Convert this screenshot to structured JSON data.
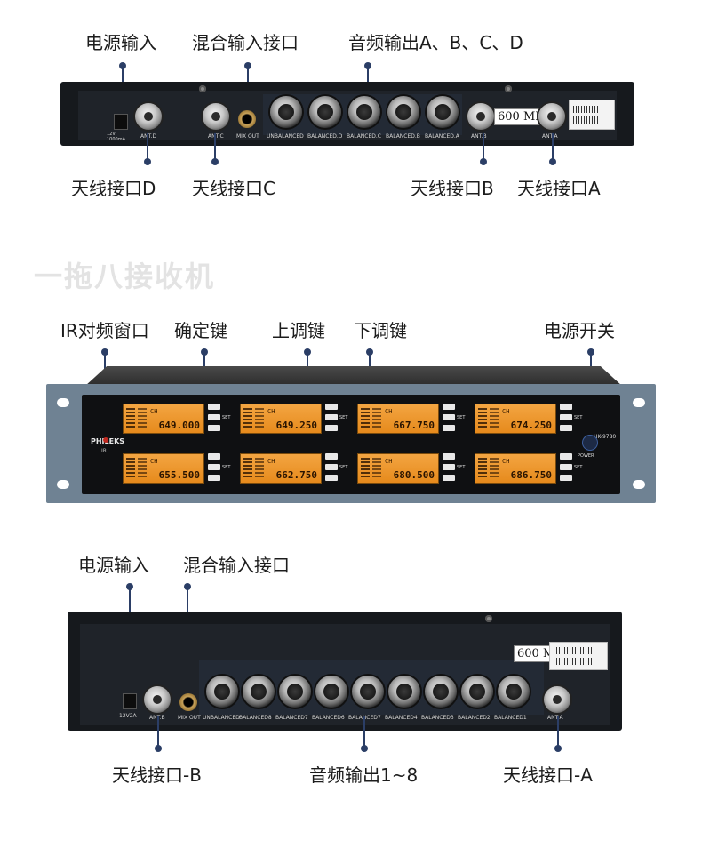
{
  "top_view": {
    "callouts_top": {
      "power_input": "电源输入",
      "mix_input": "混合输入接口",
      "audio_out": "音频输出A、B、C、D"
    },
    "callouts_bottom": {
      "ant_d": "天线接口D",
      "ant_c": "天线接口C",
      "ant_b": "天线接口B",
      "ant_a": "天线接口A"
    },
    "panel_labels": {
      "power": "12V\n1000mA",
      "ant_d": "ANT.D",
      "ant_c": "ANT.C",
      "mix_out": "MIX OUT",
      "xlr": [
        "UNBALANCED",
        "BALANCED.D",
        "BALANCED.C",
        "BALANCED.B",
        "BALANCED.A"
      ],
      "ant_b": "ANT.B",
      "ant_a": "ANT.A"
    },
    "band_badge": "600 MHz"
  },
  "section_title": "一拖八接收机",
  "front_view": {
    "callouts": {
      "ir_window": "IR对频窗口",
      "confirm_key": "确定键",
      "up_key": "上调键",
      "down_key": "下调键",
      "power_switch": "电源开关"
    },
    "brand": "PHILEKS",
    "model": "HK-9780",
    "power_label": "POWER",
    "ir_label": "IR",
    "set_label": "SET",
    "frequencies": [
      "649.000",
      "649.250",
      "667.750",
      "674.250",
      "655.500",
      "662.750",
      "680.500",
      "686.750"
    ]
  },
  "bottom_view": {
    "callouts_top": {
      "power_input": "电源输入",
      "mix_input": "混合输入接口"
    },
    "callouts_bottom": {
      "ant_b": "天线接口-B",
      "audio_out": "音频输出1~8",
      "ant_a": "天线接口-A"
    },
    "panel_labels": {
      "power": "12V2A",
      "ant_b": "ANT.B",
      "mix_out": "MIX OUT",
      "xlr": [
        "UNBALANCED",
        "BALANCED8",
        "BALANCED7",
        "BALANCED6",
        "BALANCED7",
        "BALANCED4",
        "BALANCED3",
        "BALANCED2",
        "BALANCED1"
      ],
      "ant_a": "ANT.A"
    },
    "band_badge": "600 MHz"
  },
  "accent_color": "#2b3e66",
  "lcd_color": "#f09a2e"
}
